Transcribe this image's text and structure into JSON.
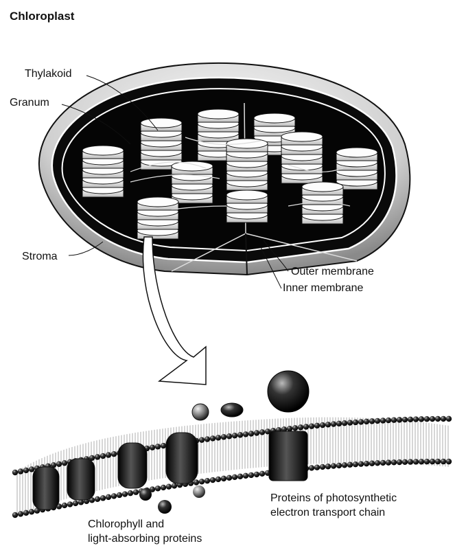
{
  "title": "Chloroplast",
  "labels": {
    "thylakoid": "Thylakoid",
    "granum": "Granum",
    "stroma": "Stroma",
    "outer_membrane": "Outer membrane",
    "inner_membrane": "Inner membrane",
    "proteins_etc_line1": "Proteins of photosynthetic",
    "proteins_etc_line2": "electron transport chain",
    "chlorophyll_line1": "Chlorophyll and",
    "chlorophyll_line2": "light-absorbing proteins"
  }
}
